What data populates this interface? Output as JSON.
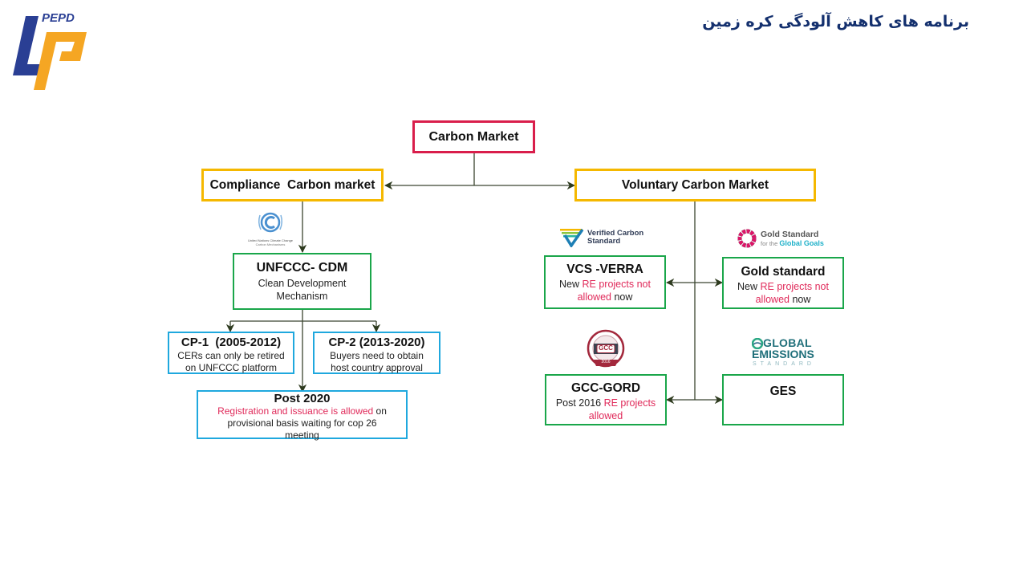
{
  "header": {
    "logo_text": "PEPD",
    "title": "برنامه های کاهش آلودگی کره زمین"
  },
  "colors": {
    "root_border": "#d91e4b",
    "market_border": "#f5b800",
    "registry_border": "#1aa64a",
    "period_border": "#1fa8de",
    "highlight_text": "#e02a5a",
    "brand_blue": "#14306e",
    "brand_orange": "#f5a623"
  },
  "diagram": {
    "root": {
      "label": "Carbon Market"
    },
    "compliance": {
      "label": "Compliance  Carbon market"
    },
    "voluntary": {
      "label": "Voluntary Carbon Market"
    },
    "unfccc": {
      "logo_line1": "United Nations Climate Change",
      "logo_line2": "Carbon Mechanisms",
      "title": "UNFCCC- CDM",
      "desc": "Clean Development Mechanism"
    },
    "cp1": {
      "title": "CP-1  (2005-2012)",
      "desc": "CERs can only be retired on UNFCCC platform"
    },
    "cp2": {
      "title": "CP-2 (2013-2020)",
      "desc": "Buyers need to obtain host country approval"
    },
    "post2020": {
      "title": "Post 2020",
      "desc_highlight": "Registration and issuance is allowed",
      "desc_rest": " on provisional basis waiting for cop 26 meeting"
    },
    "vcs": {
      "logo_line1": "Verified Carbon",
      "logo_line2": "Standard",
      "title": "VCS -VERRA",
      "desc_pre": "New ",
      "desc_highlight": "RE projects not allowed",
      "desc_post": " now"
    },
    "gold": {
      "logo_line1": "Gold Standard",
      "logo_line2_pre": "for the ",
      "logo_line2_bold": "Global Goals",
      "title": "Gold standard",
      "desc_pre": "New ",
      "desc_highlight": "RE projects not allowed",
      "desc_post": " now"
    },
    "gcc": {
      "logo_text": "GCC",
      "logo_year": "2016",
      "title": "GCC-GORD",
      "desc_pre": "Post 2016 ",
      "desc_highlight": "RE projects allowed",
      "desc_post": ""
    },
    "ges": {
      "logo_line1": "GLOBAL",
      "logo_line2": "EMISSIONS",
      "logo_line3": "STANDARD",
      "title": "GES"
    }
  }
}
